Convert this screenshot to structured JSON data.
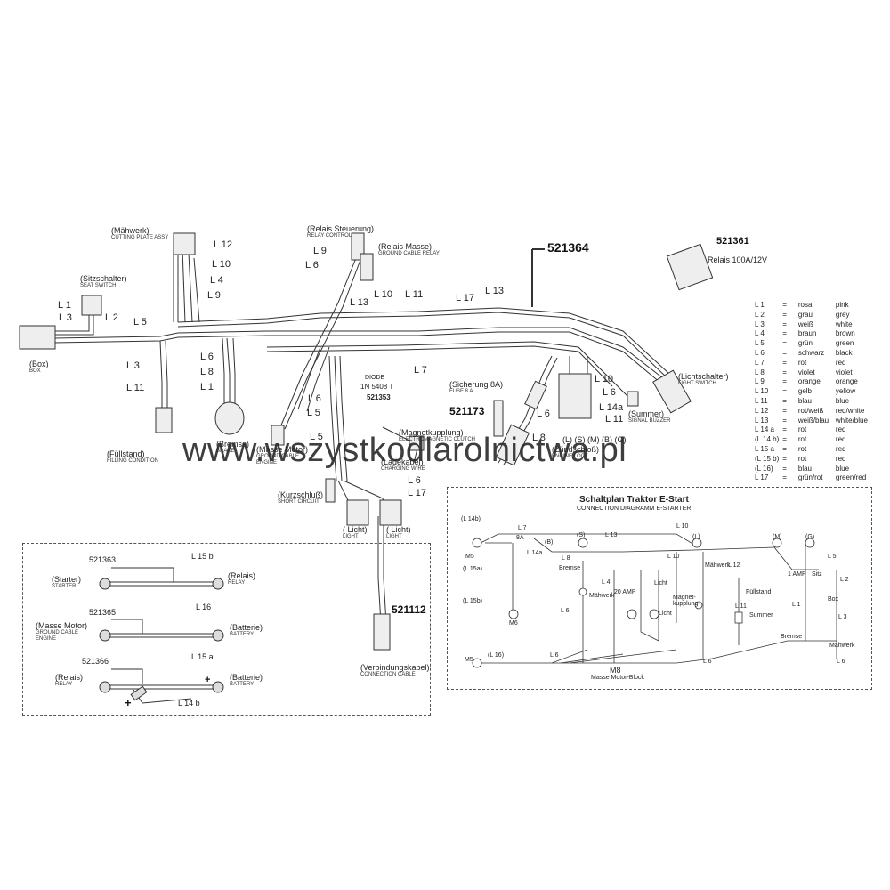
{
  "harness": {
    "part_number": "521364",
    "relay_part_number": "521361",
    "relay_label": "Relais 100A/12V",
    "diode_label": "DIODE",
    "diode_type": "1N 5408 T",
    "diode_part": "521353",
    "fuse_label": "(Sicherung 8A)",
    "fuse_sub": "FUSE 8 A",
    "fuse_part": "521173",
    "connection_part": "521112",
    "components": {
      "maehwerk": {
        "de": "(Mähwerk)",
        "en": "CUTTING PLATE ASSY"
      },
      "relais_steuerung": {
        "de": "(Relais Steuerung)",
        "en": "RELAY CONTROL"
      },
      "relais_masse": {
        "de": "(Relais Masse)",
        "en": "GROUND CABLE RELAY"
      },
      "sitzschalter": {
        "de": "(Sitzschalter)",
        "en": "SEAT SWITCH"
      },
      "box": {
        "de": "(Box)",
        "en": "BOX"
      },
      "fuellstand": {
        "de": "(Füllstand)",
        "en": "FILLING CONDITION"
      },
      "bremse": {
        "de": "(Bremse)",
        "en": "BRAKE"
      },
      "masse_motor": {
        "de": "(Masse Motor)",
        "en": "GROUND CABLE ENGINE"
      },
      "lichtschalter": {
        "de": "(Lichtschalter)",
        "en": "LIGHT SWITCH"
      },
      "summer": {
        "de": "(Summer)",
        "en": "SIGNAL BUZZER"
      },
      "zuendschloss": {
        "de": "(Zündschloß)",
        "en": "ENGINE LOCK"
      },
      "zuend_terminals": "(L) (S) (M) (B) (G)",
      "magnetkupplung": {
        "de": "(Magnetkupplung)",
        "en": "ELECTROMAGNETIC CLUTCH"
      },
      "ladekabel": {
        "de": "(Ladekabel)",
        "en": "CHARGING WIRE"
      },
      "kurzschluss": {
        "de": "(Kurzschluß)",
        "en": "SHORT CIRCUIT"
      },
      "licht1": {
        "de": "( Licht)",
        "en": "LIGHT"
      },
      "licht2": {
        "de": "( Licht)",
        "en": "LIGHT"
      },
      "verbindungskabel": {
        "de": "(Verbindungskabel)",
        "en": "CONNECTION CABLE"
      }
    },
    "wire_labels": [
      "L 12",
      "L 10",
      "L 4",
      "L 9",
      "L 1",
      "L 3",
      "L 2",
      "L 5",
      "L 3",
      "L 11",
      "L 6",
      "L 8",
      "L 1",
      "L 9",
      "L 6",
      "L 10",
      "L 11",
      "L 13",
      "L 17",
      "L 13",
      "L 7",
      "L 6",
      "L 5",
      "L 10",
      "L 6",
      "L 14a",
      "L 11",
      "L 6",
      "L 8",
      "L 5",
      "L 6",
      "L 17"
    ]
  },
  "legend": [
    {
      "code": "L 1",
      "eq": "=",
      "de": "rosa",
      "en": "pink"
    },
    {
      "code": "L 2",
      "eq": "=",
      "de": "grau",
      "en": "grey"
    },
    {
      "code": "L 3",
      "eq": "=",
      "de": "weiß",
      "en": "white"
    },
    {
      "code": "L 4",
      "eq": "=",
      "de": "braun",
      "en": "brown"
    },
    {
      "code": "L 5",
      "eq": "=",
      "de": "grün",
      "en": "green"
    },
    {
      "code": "L 6",
      "eq": "=",
      "de": "schwarz",
      "en": "black"
    },
    {
      "code": "L 7",
      "eq": "=",
      "de": "rot",
      "en": "red"
    },
    {
      "code": "L 8",
      "eq": "=",
      "de": "violet",
      "en": "violet"
    },
    {
      "code": "L 9",
      "eq": "=",
      "de": "orange",
      "en": "orange"
    },
    {
      "code": "L 10",
      "eq": "=",
      "de": "gelb",
      "en": "yellow"
    },
    {
      "code": "L 11",
      "eq": "=",
      "de": "blau",
      "en": "blue"
    },
    {
      "code": "L 12",
      "eq": "=",
      "de": "rot/weiß",
      "en": "red/white"
    },
    {
      "code": "L 13",
      "eq": "=",
      "de": "weiß/blau",
      "en": "white/blue"
    },
    {
      "code": "L 14 a",
      "eq": "=",
      "de": "rot",
      "en": "red"
    },
    {
      "code": "(L 14 b)",
      "eq": "=",
      "de": "rot",
      "en": "red"
    },
    {
      "code": "L 15 a",
      "eq": "=",
      "de": "rot",
      "en": "red"
    },
    {
      "code": "(L 15 b)",
      "eq": "=",
      "de": "rot",
      "en": "red"
    },
    {
      "code": "(L 16)",
      "eq": "=",
      "de": "blau",
      "en": "blue"
    },
    {
      "code": "L 17",
      "eq": "=",
      "de": "grün/rot",
      "en": "green/red"
    }
  ],
  "cables_box": {
    "c1": {
      "part": "521363",
      "wire": "L 15 b",
      "left_de": "(Starter)",
      "left_en": "STARTER",
      "right_de": "(Relais)",
      "right_en": "RELAY"
    },
    "c2": {
      "part": "521365",
      "wire": "L 16",
      "left_de": "(Masse Motor)",
      "left_en": "GROUND CABLE ENGINE",
      "right_de": "(Batterie)",
      "right_en": "BATTERY"
    },
    "c3": {
      "part": "521366",
      "wire": "L 15 a",
      "wire2": "L 14 b",
      "left_de": "(Relais)",
      "left_en": "RELAY",
      "right_de": "(Batterie)",
      "right_en": "BATTERY",
      "plus": "+"
    }
  },
  "schematic": {
    "title": "Schaltplan Traktor E-Start",
    "subtitle": "CONNECTION DIAGRAMM E-STARTER",
    "labels": {
      "l14b": "(L 14b)",
      "m5a": "M5",
      "l15a": "(L 15a)",
      "l15b": "(L 15b)",
      "m6": "M6",
      "l7": "L 7",
      "amp8": "8A",
      "l14a": "L 14a",
      "b": "(B)",
      "s": "(S)",
      "bremse": "Bremse",
      "l13": "L 13",
      "l8": "L 8",
      "maehwerk_l": "Mähwerk",
      "l4": "L 4",
      "l6a": "L 6",
      "amp20": "20 AMP",
      "licht1": "Licht",
      "licht2": "Licht",
      "l10": "L 10",
      "l": "(L)",
      "maehwerk_r": "Mähwerk",
      "l12": "L 12",
      "magnet": "Magnet-kupplung",
      "l11": "L 11",
      "fuellstand": "Füllstand",
      "summer": "Summer",
      "m": "(M)",
      "g": "(G)",
      "l5": "L 5",
      "amp1": "1 AMP",
      "sitz": "Sitz",
      "l2": "L 2",
      "box": "Box",
      "l1": "L 1",
      "l3": "L 3",
      "bremse_r": "Bremse",
      "maehwerk_r2": "Mähwerk",
      "l6b": "L 6",
      "m5b": "M5",
      "l16": "(L 16)",
      "l6c": "L 6",
      "m8": "M8",
      "masse": "Masse Motor-Block",
      "l6d": "L 6"
    }
  },
  "watermark": "www.wszystkodlarolnictwa.pl"
}
